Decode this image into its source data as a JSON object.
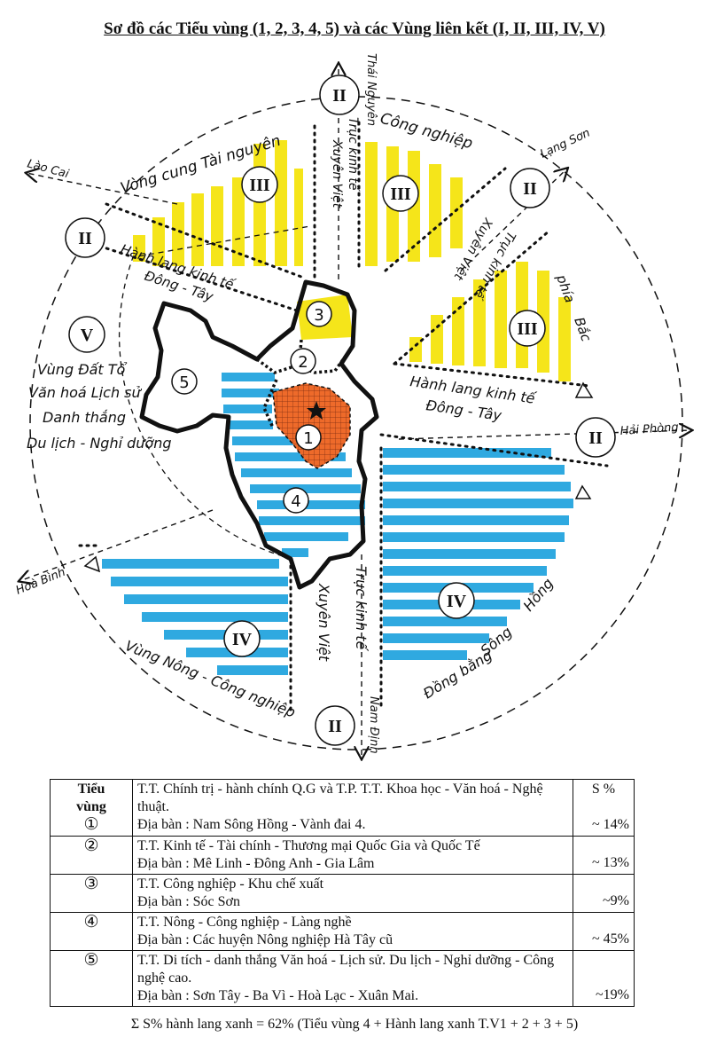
{
  "title": "Sơ đồ các Tiểu vùng (1, 2, 3, 4, 5) và các Vùng liên kết (I, II, III, IV, V)",
  "map": {
    "roman_labels": {
      "north_axis": "II",
      "northeast": "II",
      "northwest": "II",
      "east": "II",
      "south_axis": "II",
      "north_left_sector": "III",
      "north_right_sector": "III",
      "east_sector": "III",
      "southeast_sector": "IV",
      "southwest_sector": "IV",
      "west_sector": "V"
    },
    "subregions": [
      "1",
      "2",
      "3",
      "4",
      "5"
    ],
    "directions": {
      "thai_nguyen": "Thái Nguyên",
      "lang_son": "Lạng Sơn",
      "lao_cai": "Lào Cai",
      "hai_phong": "Hải Phòng",
      "hoa_binh": "Hoà Bình",
      "nam_dinh": "Nam Định"
    },
    "texts": {
      "vong_cung": "Vòng cung Tài nguyên",
      "cong_nghiep": "Công nghiệp",
      "truc_north": "Trục kinh tế",
      "xuyen_viet_north": "Xuyên Việt",
      "xuyen_viet_ne": "Xuyên Việt",
      "truc_ne": "Trục kinh tế",
      "phia": "phía",
      "bac": "Bắc",
      "hanh_lang_west": "Hành lang kinh tế",
      "dong_tay_west": "Đông - Tây",
      "hanh_lang_east": "Hành lang kinh tế",
      "dong_tay_east": "Đông - Tây",
      "vung_dat_1": "Vùng Đất Tổ",
      "vung_dat_2": "Văn hoá Lịch sử",
      "vung_dat_3": "Danh thắng",
      "vung_dat_4": "Du lịch - Nghỉ dưỡng",
      "truc_south": "Trục kinh tế",
      "xuyen_viet_south": "Xuyên Việt",
      "vung_nong": "Vùng Nông - Công nghiệp",
      "dong_bang": "Đồng bằng",
      "song": "Sông",
      "hong": "Hồng"
    }
  },
  "legend": {
    "header": {
      "col1_a": "Tiểu",
      "col1_b": "vùng",
      "col3": "S %"
    },
    "rows": [
      {
        "symbol": "①",
        "lines": [
          "T.T.  Chính trị - hành chính Q.G và T.P. T.T. Khoa học - Văn hoá - Nghệ thuật.",
          "Địa bàn : Nam Sông Hồng - Vành đai 4."
        ],
        "pct": "~ 14%"
      },
      {
        "symbol": "②",
        "lines": [
          "T.T.  Kinh tế - Tài chính - Thương mại Quốc Gia và Quốc Tế",
          "Địa bàn : Mê Linh - Đông Anh - Gia Lâm"
        ],
        "pct": "~ 13%"
      },
      {
        "symbol": "③",
        "lines": [
          "T.T. Công nghiệp - Khu chế xuất",
          "Địa bàn : Sóc Sơn"
        ],
        "pct": "~9%"
      },
      {
        "symbol": "④",
        "lines": [
          "T.T. Nông - Công nghiệp - Làng nghề",
          "Địa bàn : Các huyện Nông nghiệp Hà Tây cũ"
        ],
        "pct": "~ 45%"
      },
      {
        "symbol": "⑤",
        "lines": [
          "T.T. Di tích - danh thắng Văn hoá - Lịch sử. Du lịch - Nghỉ dưỡng - Công nghệ cao.",
          "Địa bàn : Sơn Tây - Ba Vì - Hoà Lạc - Xuân Mai."
        ],
        "pct": "~19%"
      }
    ]
  },
  "footer": "Σ S% hành lang xanh = 62% (Tiểu vùng 4 + Hành lang xanh T.V1 + 2 + 3 + 5)",
  "colors": {
    "yellow": "#f5e51a",
    "blue": "#2fa9e0",
    "orange": "#ee6a2a",
    "ink": "#111111"
  }
}
